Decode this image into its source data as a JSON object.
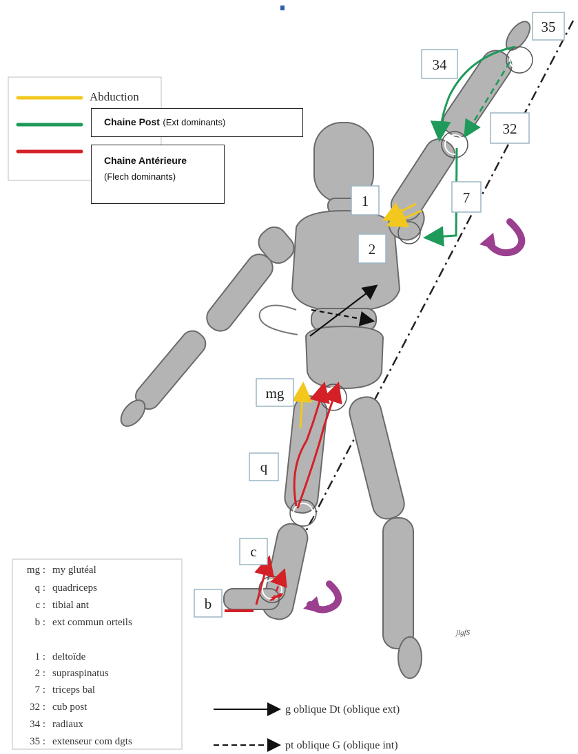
{
  "legend": {
    "abduction": "Abduction",
    "chaine_post_title": "Chaine Post",
    "chaine_post_note": "(Ext  dominants)",
    "chaine_ant_title": "Chaine Antérieure",
    "chaine_ant_note": "(Flech dominants)"
  },
  "labels": {
    "l1": "1",
    "l2": "2",
    "l7": "7",
    "l32": "32",
    "l34": "34",
    "l35": "35",
    "mg": "mg",
    "q": "q",
    "c": "c",
    "b": "b"
  },
  "key": [
    {
      "code": "mg :",
      "name": "my glutéal"
    },
    {
      "code": "q :",
      "name": "quadriceps"
    },
    {
      "code": "c :",
      "name": "tibial ant"
    },
    {
      "code": "b :",
      "name": "ext commun orteils"
    },
    {
      "code": "1 :",
      "name": "deltoïde"
    },
    {
      "code": "2 :",
      "name": "supraspinatus"
    },
    {
      "code": "7 :",
      "name": "triceps bal"
    },
    {
      "code": "32 :",
      "name": "cub post"
    },
    {
      "code": "34 :",
      "name": "radiaux"
    },
    {
      "code": "35 :",
      "name": "extenseur com dgts"
    }
  ],
  "arrows_legend": {
    "solid": "g oblique Dt (oblique ext)",
    "dashed": "pt oblique G (oblique int)"
  },
  "signature": "jlgfS",
  "colors": {
    "abduction": "#f2c81e",
    "post_chain": "#1e9a5a",
    "ant_chain": "#d42027",
    "rotation": "#9b3f8f",
    "figure": "#b4b4b4"
  }
}
